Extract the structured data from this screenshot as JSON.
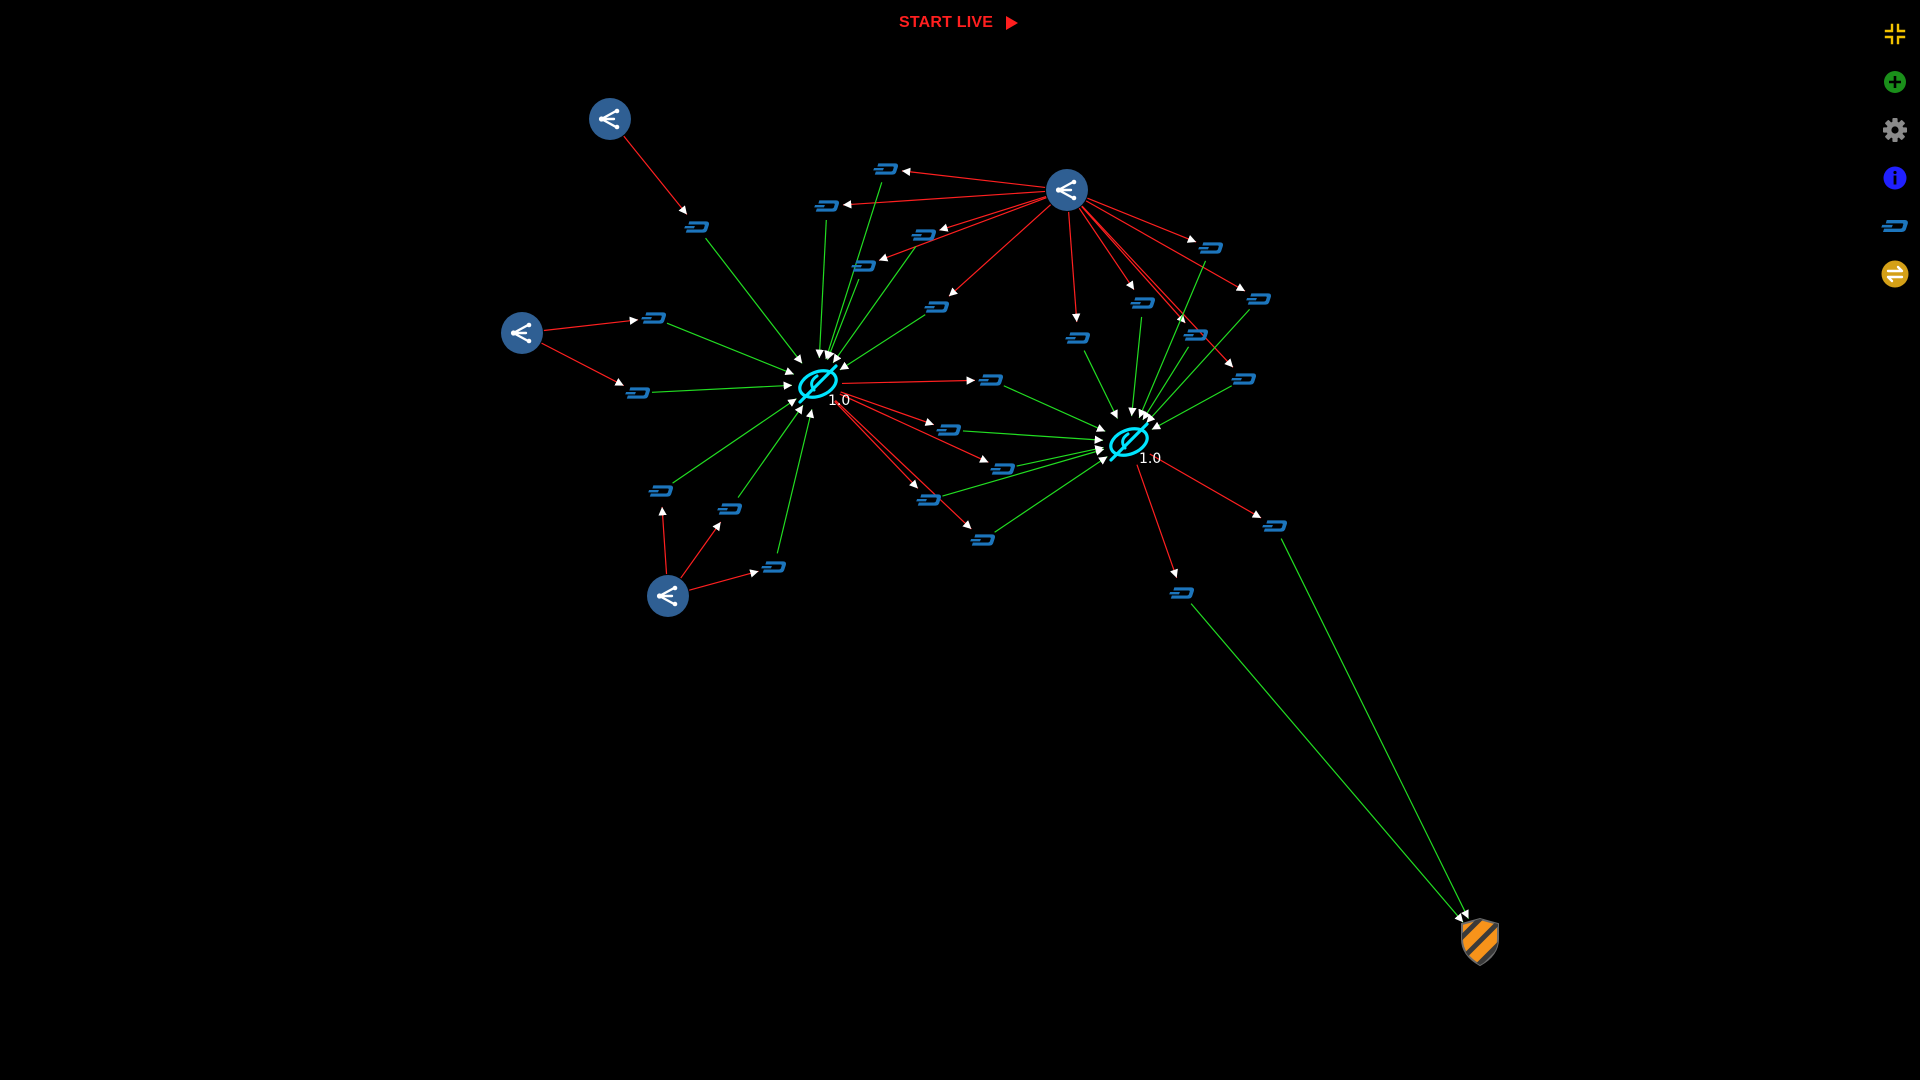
{
  "header": {
    "start_live_label": "START LIVE",
    "start_live_color": "#ff1f1f"
  },
  "toolbar": {
    "items": [
      {
        "name": "collapse-icon",
        "color": "#f2c200"
      },
      {
        "name": "add-icon",
        "color": "#1a8f1a"
      },
      {
        "name": "gear-icon",
        "color": "#8a8a8a"
      },
      {
        "name": "info-icon",
        "color": "#2020ff"
      },
      {
        "name": "dash-coin-icon",
        "color": "#1c75bc"
      },
      {
        "name": "exchange-icon",
        "color": "#d4a017"
      }
    ]
  },
  "colors": {
    "background": "#000000",
    "incoming_edge": "#ff2020",
    "outgoing_edge": "#22dd22",
    "source_node": "#2f5f93",
    "dash_node": "#1c75bc",
    "mixer_node": "#00e5ff",
    "target_node": "#f7931a"
  },
  "graph": {
    "nodes": [
      {
        "id": "s1",
        "type": "source",
        "name": "share-icon"
      },
      {
        "id": "s2",
        "type": "source",
        "name": "share-icon"
      },
      {
        "id": "s3",
        "type": "source",
        "name": "share-icon"
      },
      {
        "id": "s4",
        "type": "source",
        "name": "share-icon"
      },
      {
        "id": "m1",
        "type": "mixer",
        "name": "coinjoin-icon",
        "label": "1.0"
      },
      {
        "id": "m2",
        "type": "mixer",
        "name": "coinjoin-icon",
        "label": "1.0"
      },
      {
        "id": "t1",
        "type": "target",
        "name": "shield-icon"
      },
      {
        "id": "d1",
        "type": "dash"
      },
      {
        "id": "d2",
        "type": "dash"
      },
      {
        "id": "d3",
        "type": "dash"
      },
      {
        "id": "d4",
        "type": "dash"
      },
      {
        "id": "d5",
        "type": "dash"
      },
      {
        "id": "d6",
        "type": "dash"
      },
      {
        "id": "d7",
        "type": "dash"
      },
      {
        "id": "d8",
        "type": "dash"
      },
      {
        "id": "d9",
        "type": "dash"
      },
      {
        "id": "d10",
        "type": "dash"
      },
      {
        "id": "d11",
        "type": "dash"
      },
      {
        "id": "d12",
        "type": "dash"
      },
      {
        "id": "d13",
        "type": "dash"
      },
      {
        "id": "d14",
        "type": "dash"
      },
      {
        "id": "d15",
        "type": "dash"
      },
      {
        "id": "d16",
        "type": "dash"
      },
      {
        "id": "d17",
        "type": "dash"
      },
      {
        "id": "d18",
        "type": "dash"
      },
      {
        "id": "d19",
        "type": "dash"
      },
      {
        "id": "d20",
        "type": "dash"
      },
      {
        "id": "d21",
        "type": "dash"
      },
      {
        "id": "d22",
        "type": "dash"
      },
      {
        "id": "d23",
        "type": "dash"
      },
      {
        "id": "d24",
        "type": "dash"
      },
      {
        "id": "d25",
        "type": "dash"
      }
    ],
    "edges": [
      {
        "from": "s1",
        "to": "d1",
        "kind": "in"
      },
      {
        "from": "s2",
        "to": "d2",
        "kind": "in"
      },
      {
        "from": "s2",
        "to": "d3",
        "kind": "in"
      },
      {
        "from": "s3",
        "to": "d4",
        "kind": "in"
      },
      {
        "from": "s3",
        "to": "d5",
        "kind": "in"
      },
      {
        "from": "s3",
        "to": "d6",
        "kind": "in"
      },
      {
        "from": "s4",
        "to": "d7",
        "kind": "in"
      },
      {
        "from": "s4",
        "to": "d8",
        "kind": "in"
      },
      {
        "from": "s4",
        "to": "d9",
        "kind": "in"
      },
      {
        "from": "s4",
        "to": "d10",
        "kind": "in"
      },
      {
        "from": "s4",
        "to": "d11",
        "kind": "in"
      },
      {
        "from": "s4",
        "to": "d12",
        "kind": "in"
      },
      {
        "from": "s4",
        "to": "d13",
        "kind": "in"
      },
      {
        "from": "s4",
        "to": "d14",
        "kind": "in"
      },
      {
        "from": "s4",
        "to": "d15",
        "kind": "in"
      },
      {
        "from": "s4",
        "to": "d16",
        "kind": "in"
      },
      {
        "from": "s4",
        "to": "d17",
        "kind": "in"
      },
      {
        "from": "m1",
        "to": "d18",
        "kind": "in"
      },
      {
        "from": "m1",
        "to": "d19",
        "kind": "in"
      },
      {
        "from": "m1",
        "to": "d20",
        "kind": "in"
      },
      {
        "from": "m1",
        "to": "d21",
        "kind": "in"
      },
      {
        "from": "m1",
        "to": "d22",
        "kind": "in"
      },
      {
        "from": "m2",
        "to": "d23",
        "kind": "in"
      },
      {
        "from": "m2",
        "to": "d24",
        "kind": "in"
      },
      {
        "from": "d1",
        "to": "m1",
        "kind": "out"
      },
      {
        "from": "d2",
        "to": "m1",
        "kind": "out"
      },
      {
        "from": "d3",
        "to": "m1",
        "kind": "out"
      },
      {
        "from": "d4",
        "to": "m1",
        "kind": "out"
      },
      {
        "from": "d5",
        "to": "m1",
        "kind": "out"
      },
      {
        "from": "d6",
        "to": "m1",
        "kind": "out"
      },
      {
        "from": "d7",
        "to": "m1",
        "kind": "out"
      },
      {
        "from": "d8",
        "to": "m1",
        "kind": "out"
      },
      {
        "from": "d10",
        "to": "m1",
        "kind": "out"
      },
      {
        "from": "d11",
        "to": "m1",
        "kind": "out"
      },
      {
        "from": "d9",
        "to": "m1",
        "kind": "out"
      },
      {
        "from": "d25",
        "to": "m1",
        "kind": "out"
      },
      {
        "from": "d12",
        "to": "m2",
        "kind": "out"
      },
      {
        "from": "d13",
        "to": "m2",
        "kind": "out"
      },
      {
        "from": "d14",
        "to": "m2",
        "kind": "out"
      },
      {
        "from": "d15",
        "to": "m2",
        "kind": "out"
      },
      {
        "from": "d16",
        "to": "m2",
        "kind": "out"
      },
      {
        "from": "d17",
        "to": "m2",
        "kind": "out"
      },
      {
        "from": "d18",
        "to": "m2",
        "kind": "out"
      },
      {
        "from": "d19",
        "to": "m2",
        "kind": "out"
      },
      {
        "from": "d20",
        "to": "m2",
        "kind": "out"
      },
      {
        "from": "d21",
        "to": "m2",
        "kind": "out"
      },
      {
        "from": "d22",
        "to": "m2",
        "kind": "out"
      },
      {
        "from": "d23",
        "to": "t1",
        "kind": "out"
      },
      {
        "from": "d24",
        "to": "t1",
        "kind": "out"
      }
    ]
  }
}
